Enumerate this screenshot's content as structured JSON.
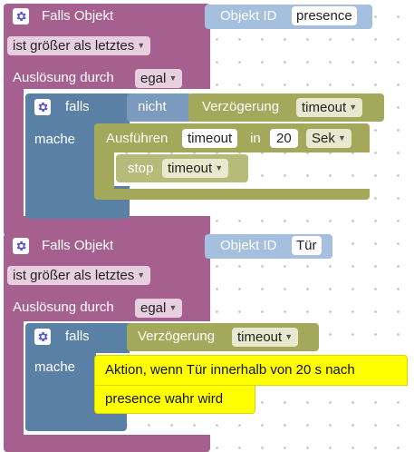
{
  "block1": {
    "title": "Falls Objekt",
    "object_label": "Objekt ID",
    "object_value": "presence",
    "condition": "ist größer als letztes",
    "trigger_label": "Auslösung durch",
    "trigger_value": "egal",
    "if_label": "falls",
    "not_label": "nicht",
    "delay_label": "Verzögerung",
    "delay_value": "timeout",
    "do_label": "mache",
    "exec_label": "Ausführen",
    "exec_timer": "timeout",
    "exec_in": "in",
    "exec_value": "20",
    "exec_unit": "Sek",
    "stop_label": "stop",
    "stop_value": "timeout"
  },
  "block2": {
    "title": "Falls Objekt",
    "object_label": "Objekt ID",
    "object_value": "Tür",
    "condition": "ist größer als letztes",
    "trigger_label": "Auslösung durch",
    "trigger_value": "egal",
    "if_label": "falls",
    "delay_label": "Verzögerung",
    "delay_value": "timeout",
    "do_label": "mache",
    "comment_line1": "Aktion, wenn Tür innerhalb von 20 s nach",
    "comment_line2": "presence wahr wird"
  },
  "icons": {
    "gear": "gear-icon",
    "dropdown": "chevron-down-icon"
  },
  "colors": {
    "event_block": "#a5608f",
    "logic_block": "#5b80a5",
    "timer_block": "#a4a85b",
    "object_block": "#a5c0de",
    "comment_block": "#ffff00"
  }
}
